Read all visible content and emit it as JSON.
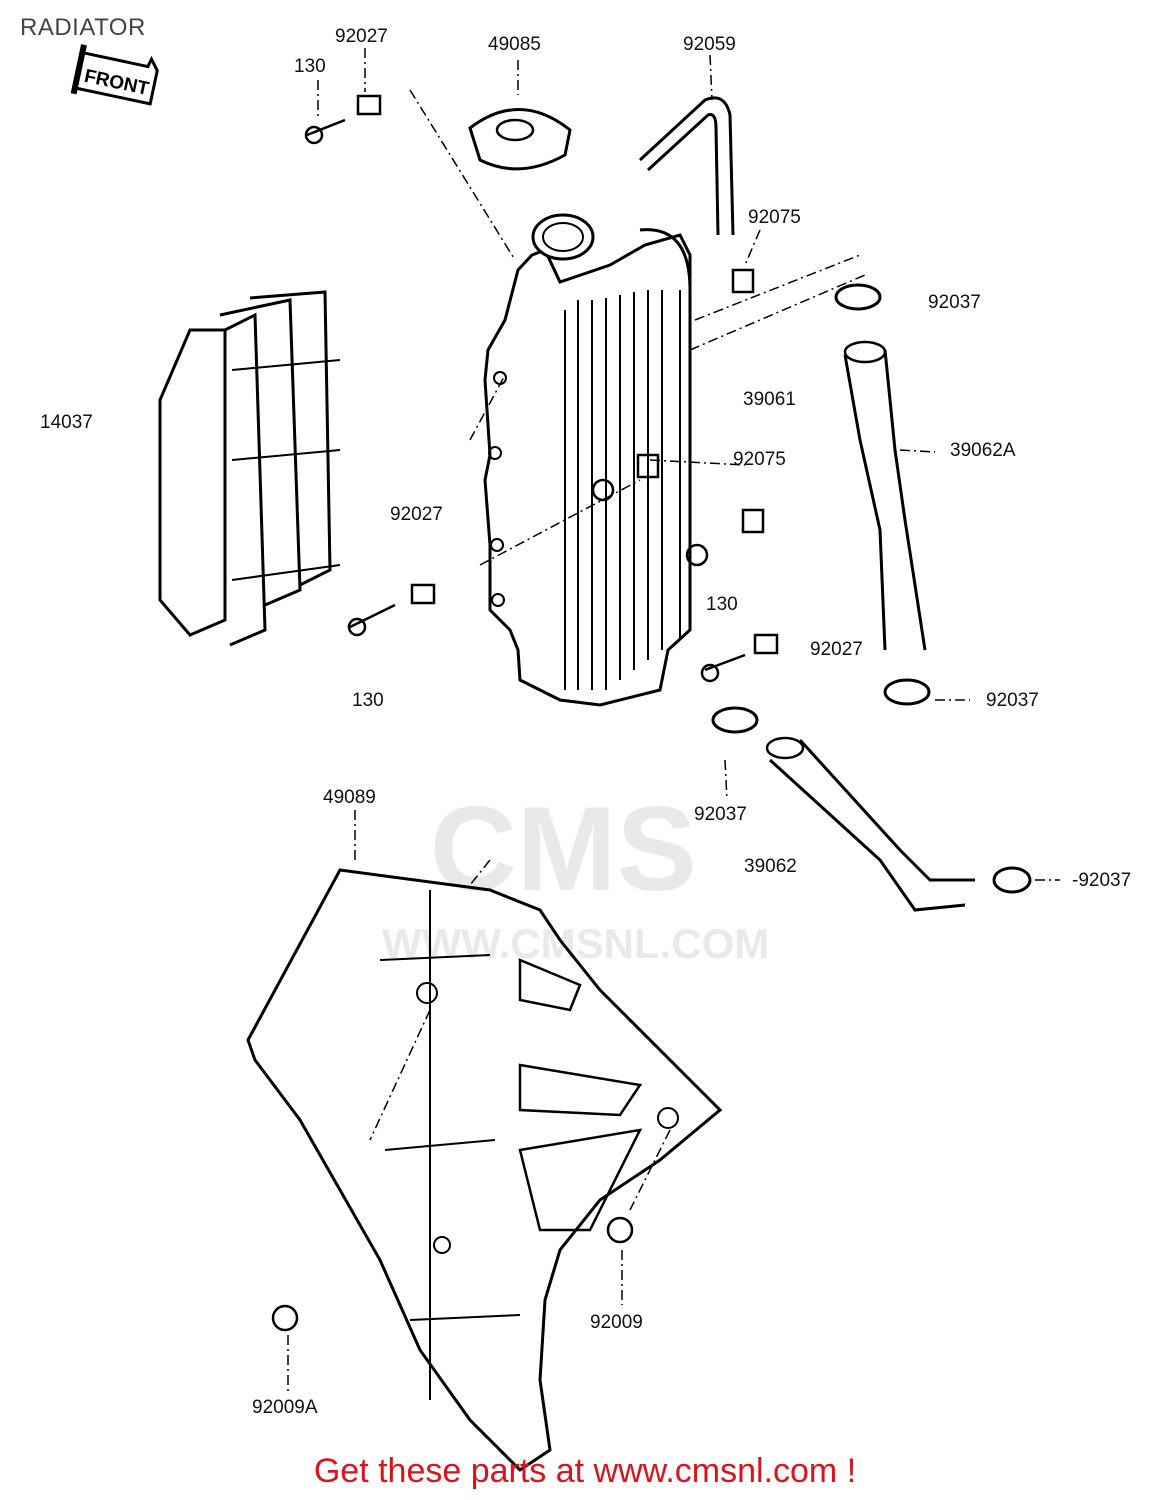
{
  "title": "RADIATOR",
  "front_tag": "FRONT",
  "watermark": {
    "brand": "CMS",
    "url": "WWW.CMSNL.COM"
  },
  "part_labels": [
    {
      "id": "p92027-top",
      "text": "92027"
    },
    {
      "id": "p130-top",
      "text": "130"
    },
    {
      "id": "p49085",
      "text": "49085"
    },
    {
      "id": "p92059",
      "text": "92059"
    },
    {
      "id": "p92075-top",
      "text": "92075"
    },
    {
      "id": "p92037-top",
      "text": "92037"
    },
    {
      "id": "p14037",
      "text": "14037"
    },
    {
      "id": "p39061",
      "text": "39061"
    },
    {
      "id": "p92075-mid",
      "text": "92075"
    },
    {
      "id": "p39062A",
      "text": "39062A"
    },
    {
      "id": "p92027-mid",
      "text": "92027"
    },
    {
      "id": "p130-right",
      "text": "130"
    },
    {
      "id": "p92027-right",
      "text": "92027"
    },
    {
      "id": "p130-left",
      "text": "130"
    },
    {
      "id": "p92037-right",
      "text": "92037"
    },
    {
      "id": "p49089",
      "text": "49089"
    },
    {
      "id": "p92037-mid",
      "text": "92037"
    },
    {
      "id": "p39062",
      "text": "39062"
    },
    {
      "id": "p92037-bottom",
      "text": "-92037"
    },
    {
      "id": "p92009",
      "text": "92009"
    },
    {
      "id": "p92009A",
      "text": "92009A"
    }
  ],
  "footer": {
    "text": "Get these parts at www.cmsnl.com !"
  },
  "colors": {
    "footer": "#d8141c",
    "lines": "#000000",
    "watermark": "#e9e9e9"
  }
}
